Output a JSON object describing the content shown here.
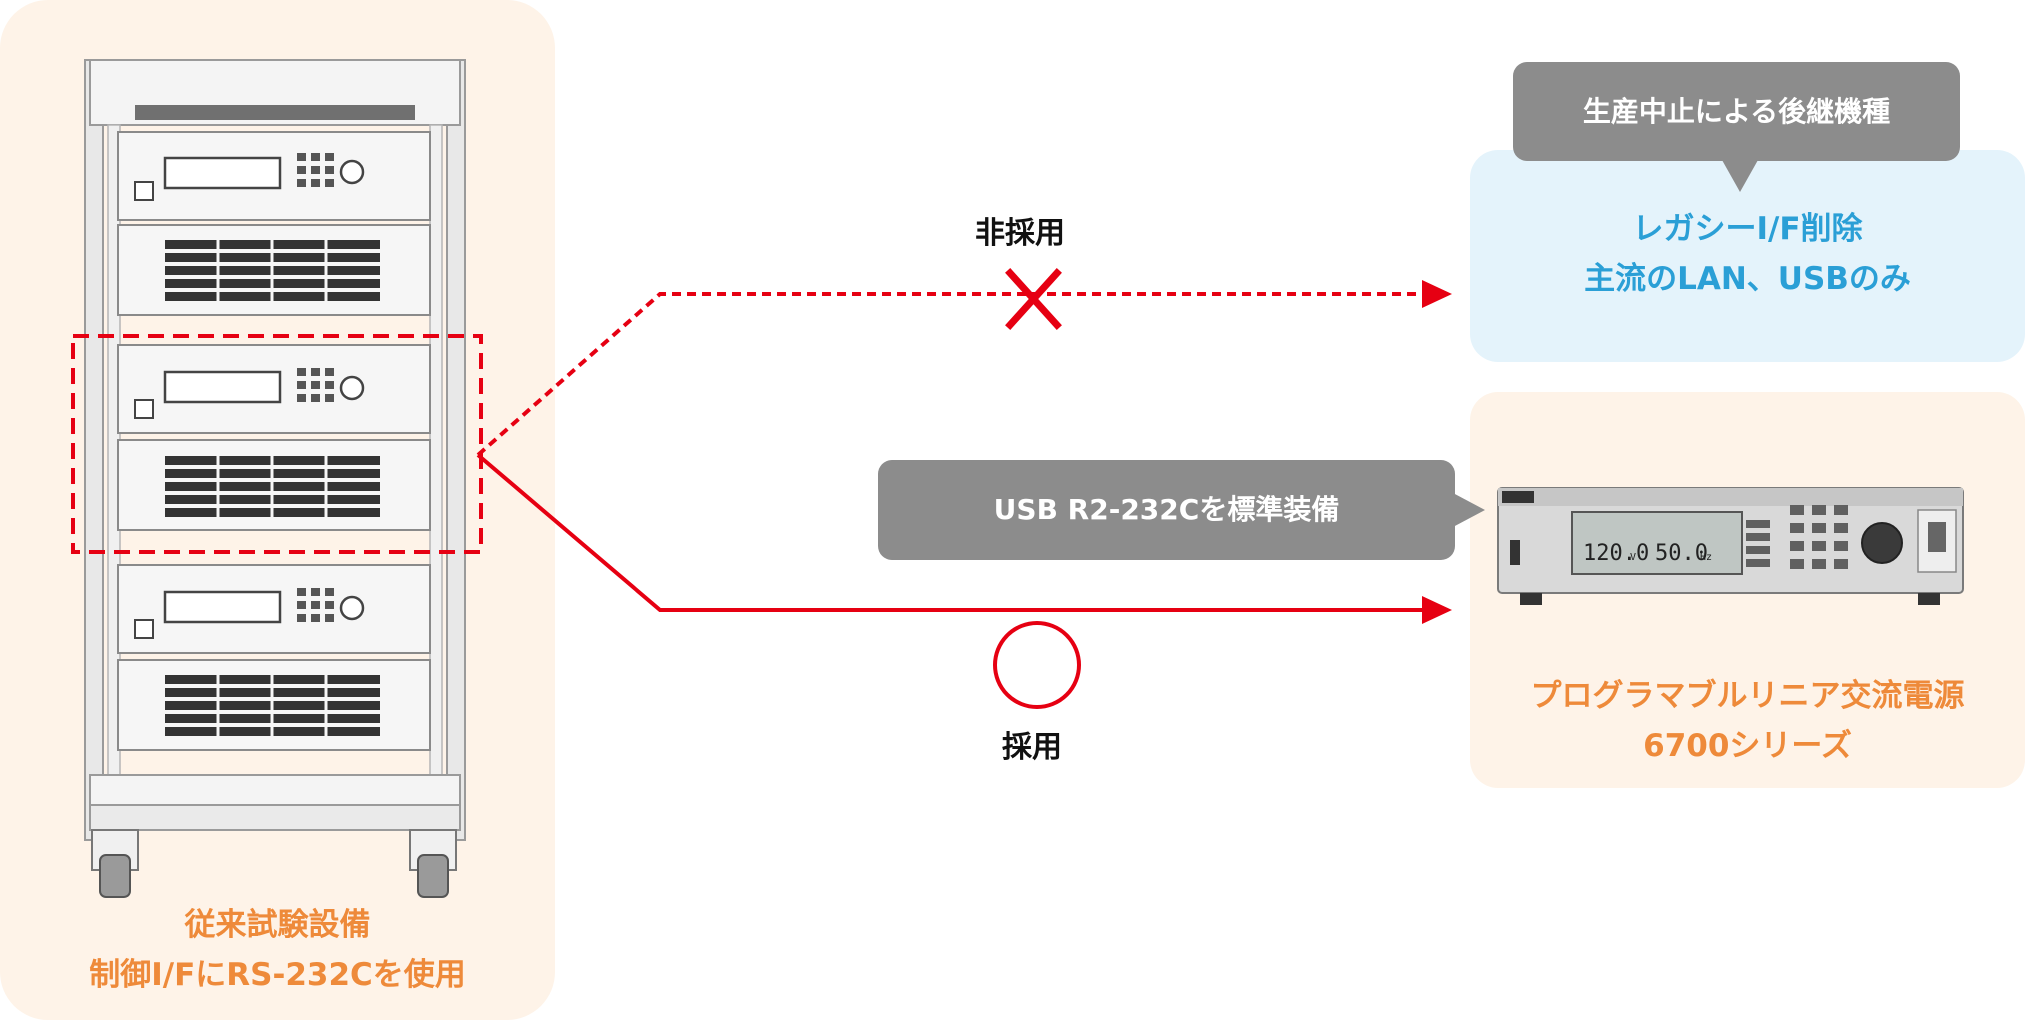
{
  "legacy": {
    "caption_line1": "従来試験設備",
    "caption_line2": "制御I/FにRS-232Cを使用"
  },
  "discontinued": {
    "bubble": "生産中止による後継機種",
    "line1": "レガシーI/F削除",
    "line2": "主流のLAN、USBのみ"
  },
  "new_product": {
    "bubble": "USB R2-232Cを標準装備",
    "caption_line1": "プログラマブルリニア交流電源",
    "caption_line2": "6700シリーズ",
    "display_voltage": "120.0",
    "display_voltage_unit": "V",
    "display_freq": "50.0",
    "display_freq_unit": "Hz"
  },
  "paths": {
    "rejected": "非採用",
    "adopted": "採用"
  },
  "colors": {
    "accent_red": "#e60012",
    "orange": "#ee8a3a",
    "blue": "#2a9fd6",
    "bubble_gray": "#8c8c8c",
    "panel_orange": "#fef3e8",
    "panel_blue": "#e4f3fb"
  }
}
